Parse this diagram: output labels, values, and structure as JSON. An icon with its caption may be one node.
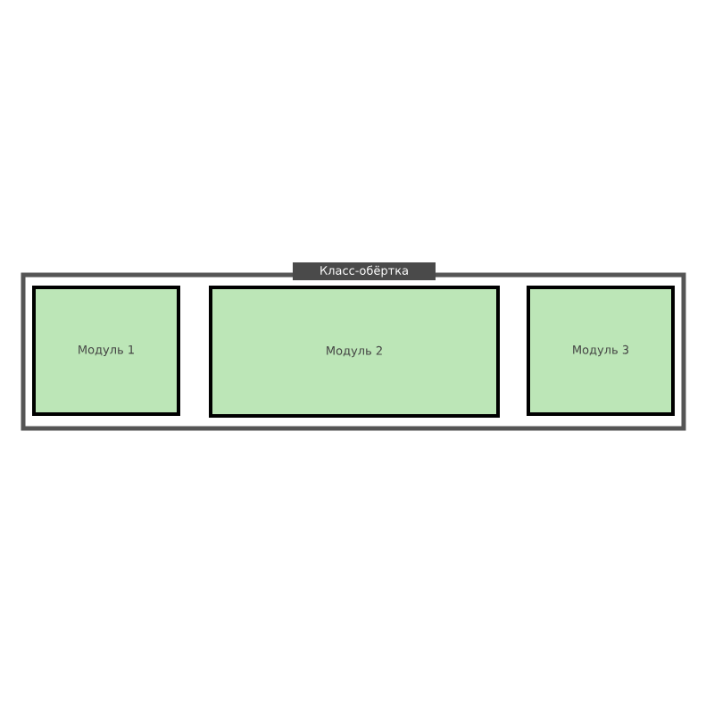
{
  "diagram": {
    "nodes": [
      {
        "text": [
          "Класс-обёртка"
        ]
      },
      {
        "text": [
          "Модуль 1"
        ],
        "in": 0
      },
      {
        "text": [
          "Модуль 2"
        ],
        "in": 0
      },
      {
        "text": [
          "Модуль 3"
        ],
        "in": 0
      }
    ]
  }
}
